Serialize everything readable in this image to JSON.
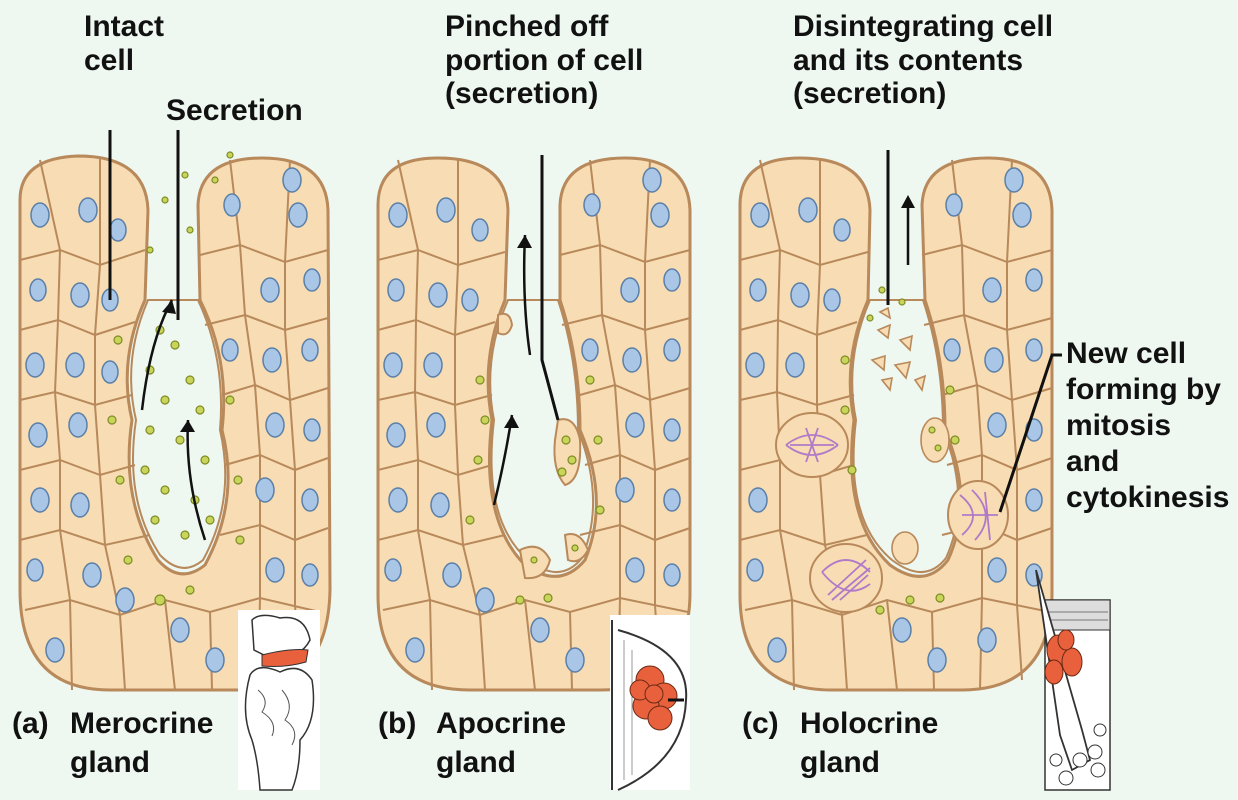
{
  "labels": {
    "intact_cell": [
      "Intact",
      "cell"
    ],
    "secretion": "Secretion",
    "pinched_off": [
      "Pinched off",
      "portion of cell",
      "(secretion)"
    ],
    "disintegrating": [
      "Disintegrating cell",
      "and its contents",
      "(secretion)"
    ],
    "new_cell": [
      "New cell",
      "forming by",
      "mitosis",
      "and",
      "cytokinesis"
    ]
  },
  "panels": [
    {
      "letter": "(a)",
      "name": "Merocrine",
      "word": "gland"
    },
    {
      "letter": "(b)",
      "name": "Apocrine",
      "word": "gland"
    },
    {
      "letter": "(c)",
      "name": "Holocrine",
      "word": "gland"
    }
  ],
  "colors": {
    "background": "#eef7f0",
    "cell_fill": "#f8dcb3",
    "cell_border": "#b8895a",
    "nucleus": "#a9c6e6",
    "nucleus_border": "#5a7fa8",
    "secretion_granule": "#a6b63a",
    "mitosis": "#b07ac8",
    "organ_highlight": "#e8603c"
  },
  "icons": [
    "stomach-organ-icon",
    "breast-organ-icon",
    "sebaceous-gland-hair-icon"
  ]
}
